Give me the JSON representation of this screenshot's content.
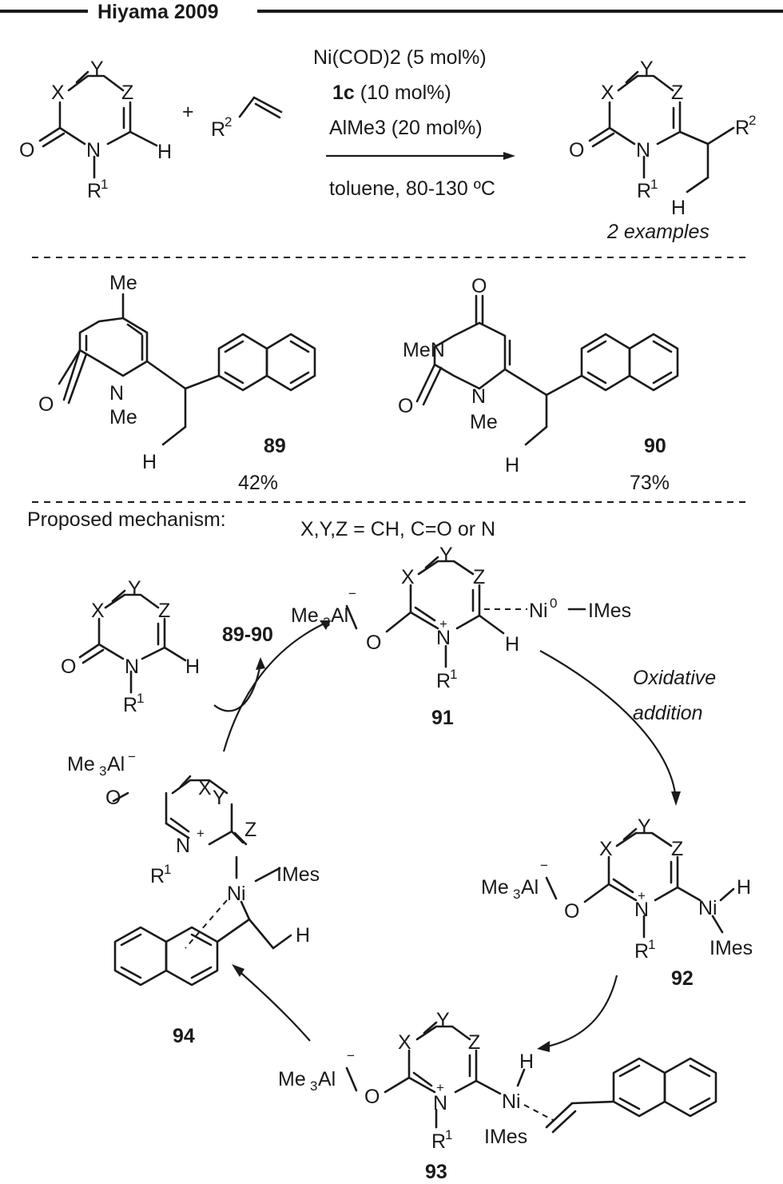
{
  "header": {
    "title": "Hiyama 2009"
  },
  "scheme": {
    "plus": "+",
    "reagent_line1": "Ni(COD)2 (5 mol%)",
    "reagent_line2_bold": "1c",
    "reagent_line2_rest": " (10 mol%)",
    "reagent_line3": "AlMe3 (20 mol%)",
    "conditions": "toluene, 80-130 ºC",
    "examples_note": "2 examples"
  },
  "products": [
    {
      "id": "89",
      "yield": "42%"
    },
    {
      "id": "90",
      "yield": "73%"
    }
  ],
  "mechanism": {
    "heading": "Proposed mechanism:",
    "definition": "X,Y,Z = CH, C=O or N",
    "product_release": "89-90",
    "step_oxidative_line1": "Oxidative",
    "step_oxidative_line2": "addition",
    "intermediates": [
      "91",
      "92",
      "93",
      "94"
    ]
  }
}
